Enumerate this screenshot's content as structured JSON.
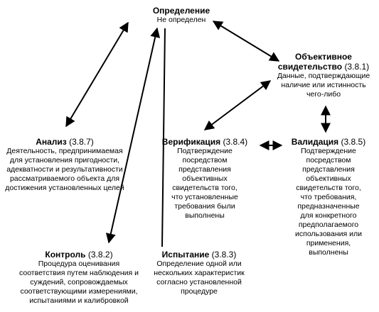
{
  "nodes": {
    "definition": {
      "title": "Определение",
      "code": "",
      "desc": "Не определен"
    },
    "objective_evidence": {
      "title": "Объективное свидетельство",
      "code": "(3.8.1)",
      "desc": "Данные, подтверждающие наличие или истинность чего-либо"
    },
    "analysis": {
      "title": "Анализ",
      "code": "(3.8.7)",
      "desc": "Деятельность, предпринимаемая для установления пригодности, адекватности и результативности рассматриваемого объекта для достижения установленных целей"
    },
    "verification": {
      "title": "Верификация",
      "code": "(3.8.4)",
      "desc": "Подтверждение посредством представления объективных свидетельств того, что установленные требования были выполнены"
    },
    "validation": {
      "title": "Валидация",
      "code": "(3.8.5)",
      "desc": "Подтверждение посредством представления объективных свидетельств того, что требования, предназначенные для конкретного предполагаемого использования или применения, выполнены"
    },
    "control": {
      "title": "Контроль",
      "code": "(3.8.2)",
      "desc": "Процедура оценивания соответствия путем наблюдения и суждений, сопровождаемых соответствующими измерениями, испытаниями и калибровкой"
    },
    "testing": {
      "title": "Испытание",
      "code": "(3.8.3)",
      "desc": "Определение одной или нескольких характеристик согласно установленной процедуре"
    }
  },
  "edges": [
    {
      "from": "definition",
      "to": "objective_evidence",
      "directed": "both"
    },
    {
      "from": "definition",
      "to": "analysis",
      "directed": "both"
    },
    {
      "from": "definition",
      "to": "control",
      "directed": "both"
    },
    {
      "from": "definition",
      "to": "testing",
      "directed": "none"
    },
    {
      "from": "objective_evidence",
      "to": "verification",
      "directed": "both"
    },
    {
      "from": "objective_evidence",
      "to": "validation",
      "directed": "both"
    },
    {
      "from": "verification",
      "to": "validation",
      "directed": "both"
    }
  ]
}
